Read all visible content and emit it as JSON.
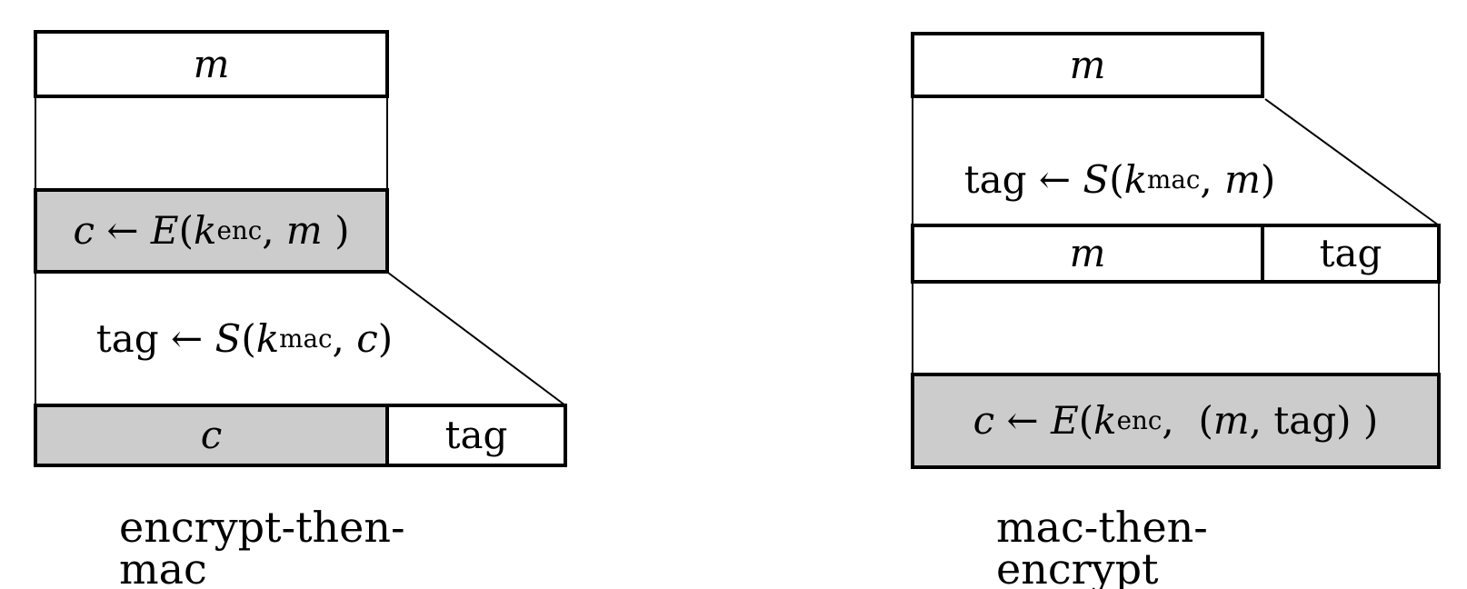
{
  "colors": {
    "background": "#ffffff",
    "stroke": "#000000",
    "gray_fill": "#cccccc",
    "white_fill": "#ffffff"
  },
  "left_diagram": {
    "caption": "encrypt-then-mac",
    "message_box_label": "m",
    "encrypt_formula": [
      {
        "t": "c",
        "s": "it"
      },
      {
        "t": " ← ",
        "s": "rm"
      },
      {
        "t": "E",
        "s": "it"
      },
      {
        "t": "(",
        "s": "rm"
      },
      {
        "t": "k",
        "s": "it"
      },
      {
        "t": "enc",
        "s": "sub"
      },
      {
        "t": ", ",
        "s": "rm"
      },
      {
        "t": "m",
        "s": "it"
      },
      {
        "t": " )",
        "s": "rm"
      }
    ],
    "mac_formula": [
      {
        "t": "tag ← ",
        "s": "rm"
      },
      {
        "t": "S",
        "s": "it"
      },
      {
        "t": "(",
        "s": "rm"
      },
      {
        "t": "k",
        "s": "it"
      },
      {
        "t": "mac",
        "s": "sub"
      },
      {
        "t": ", ",
        "s": "rm"
      },
      {
        "t": "c",
        "s": "it"
      },
      {
        "t": ")",
        "s": "rm"
      }
    ],
    "ciphertext_box_label": "c",
    "tag_box_label": "tag"
  },
  "right_diagram": {
    "caption": "mac-then-encrypt",
    "message_box_label": "m",
    "mac_formula": [
      {
        "t": "tag ← ",
        "s": "rm"
      },
      {
        "t": "S",
        "s": "it"
      },
      {
        "t": "(",
        "s": "rm"
      },
      {
        "t": "k",
        "s": "it"
      },
      {
        "t": "mac",
        "s": "sub"
      },
      {
        "t": ", ",
        "s": "rm"
      },
      {
        "t": "m",
        "s": "it"
      },
      {
        "t": ")",
        "s": "rm"
      }
    ],
    "payload_message_label": "m",
    "payload_tag_label": "tag",
    "encrypt_formula": [
      {
        "t": "c",
        "s": "it"
      },
      {
        "t": " ← ",
        "s": "rm"
      },
      {
        "t": "E",
        "s": "it"
      },
      {
        "t": "(",
        "s": "rm"
      },
      {
        "t": "k",
        "s": "it"
      },
      {
        "t": "enc",
        "s": "sub"
      },
      {
        "t": ",  (",
        "s": "rm"
      },
      {
        "t": "m",
        "s": "it"
      },
      {
        "t": ", tag) )",
        "s": "rm"
      }
    ]
  }
}
